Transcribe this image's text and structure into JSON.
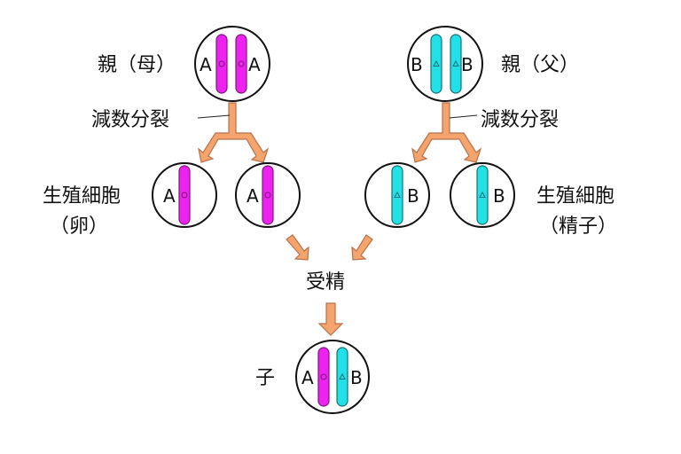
{
  "labels": {
    "mother": "親（母）",
    "father": "親（父）",
    "meiosis_left": "減数分裂",
    "meiosis_right": "減数分裂",
    "gamete_left_line1": "生殖細胞",
    "gamete_left_line2": "（卵）",
    "gamete_right_line1": "生殖細胞",
    "gamete_right_line2": "（精子）",
    "fertilization": "受精",
    "child": "子"
  },
  "genes": {
    "mother_left": "A",
    "mother_right": "A",
    "father_left": "B",
    "father_right": "B",
    "egg1": "A",
    "egg2": "A",
    "sperm1": "B",
    "sperm2": "B",
    "child_left": "A",
    "child_right": "B"
  },
  "colors": {
    "maternal_chromosome": "#ee22ee",
    "paternal_chromosome": "#22e0e6",
    "arrow": "#f4a46c",
    "arrow_stroke": "#b7724a"
  }
}
